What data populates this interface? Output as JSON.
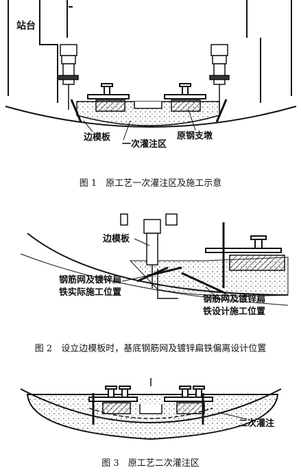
{
  "figure1": {
    "labels": {
      "platform": "站台",
      "side_form": "边模板",
      "first_pour": "一次灌注区",
      "steel_support": "原钢支墩"
    },
    "caption": "图 1　原工艺一次灌注区及施工示意"
  },
  "figure2": {
    "labels": {
      "side_form": "边模板",
      "actual_1": "钢筋网及镀锌扁",
      "actual_2": "铁实际施工位置",
      "design_1": "钢筋网及镀锌扁",
      "design_2": "铁设计施工位置"
    },
    "caption": "图 2　设立边模板时，基底钢筋网及镀锌扁铁偏离设计位置"
  },
  "figure3": {
    "labels": {
      "second_pour": "二次灌注"
    },
    "caption": "图 3　原工艺二次灌注区"
  }
}
